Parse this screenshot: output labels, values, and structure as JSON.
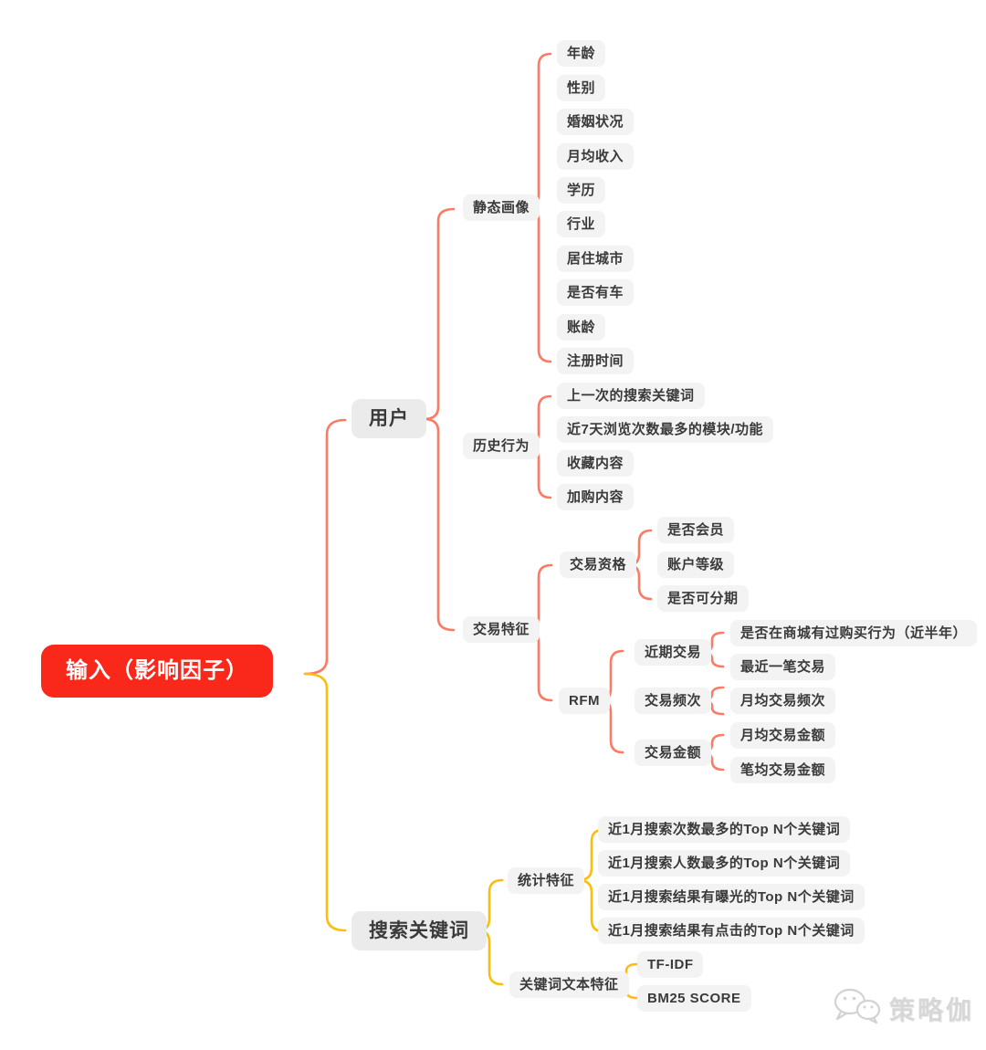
{
  "colors": {
    "root_bg": "#FA271B",
    "branch_red": "#FB7B64",
    "branch_yellow": "#FBBE0C",
    "node_bg": "#F3F3F3",
    "big_node_bg": "#EBEBEB",
    "text": "#3A3A3A"
  },
  "mindmap": {
    "root_label": "输入（影响因子）",
    "user": {
      "label": "用户",
      "static_profile": {
        "label": "静态画像",
        "items": [
          "年龄",
          "性别",
          "婚姻状况",
          "月均收入",
          "学历",
          "行业",
          "居住城市",
          "是否有车",
          "账龄",
          "注册时间"
        ]
      },
      "history": {
        "label": "历史行为",
        "items": [
          "上一次的搜索关键词",
          "近7天浏览次数最多的模块/功能",
          "收藏内容",
          "加购内容"
        ]
      },
      "trade": {
        "label": "交易特征",
        "qualification": {
          "label": "交易资格",
          "items": [
            "是否会员",
            "账户等级",
            "是否可分期"
          ]
        },
        "rfm": {
          "label": "RFM",
          "recency": {
            "label": "近期交易",
            "items": [
              "是否在商城有过购买行为（近半年）",
              "最近一笔交易"
            ]
          },
          "frequency": {
            "label": "交易频次",
            "items": [
              "月均交易频次"
            ]
          },
          "monetary": {
            "label": "交易金额",
            "items": [
              "月均交易金额",
              "笔均交易金额"
            ]
          }
        }
      }
    },
    "search_keywords": {
      "label": "搜索关键词",
      "statistics": {
        "label": "统计特征",
        "items": [
          "近1月搜索次数最多的Top N个关键词",
          "近1月搜索人数最多的Top N个关键词",
          "近1月搜索结果有曝光的Top N个关键词",
          "近1月搜索结果有点击的Top N个关键词"
        ]
      },
      "text_features": {
        "label": "关键词文本特征",
        "items": [
          "TF-IDF",
          "BM25 SCORE"
        ]
      }
    }
  },
  "watermark": {
    "icon": "wechat-icon",
    "text": "策略伽"
  }
}
